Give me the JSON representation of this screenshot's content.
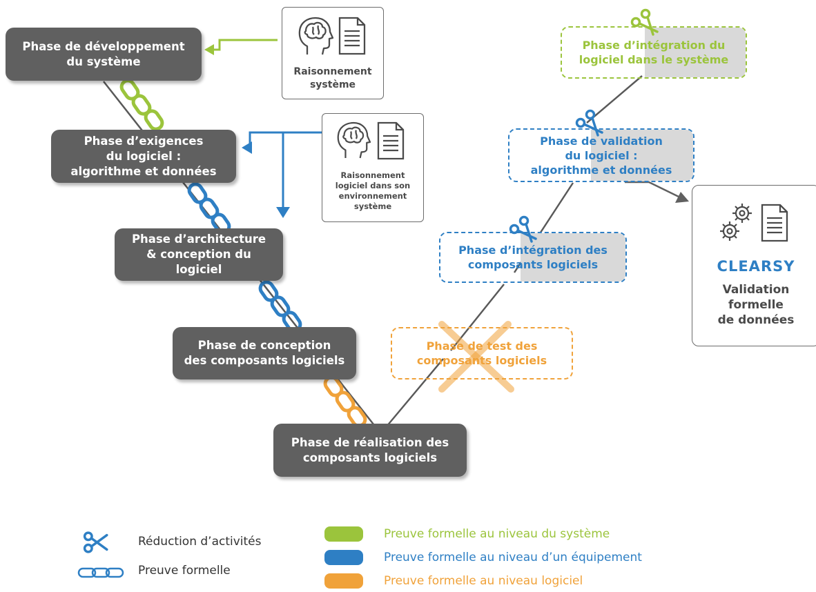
{
  "colors": {
    "phase_bg": "#606060",
    "green": "#9bc43c",
    "blue": "#2e7fc4",
    "orange": "#f0a23a",
    "grey_line": "#595959",
    "shade": "#d9d9d9"
  },
  "left_phases": [
    {
      "label": "Phase de développement\ndu système"
    },
    {
      "label": "Phase d’exigences\ndu logiciel  :\nalgorithme et données"
    },
    {
      "label": "Phase d’architecture\n& conception du logiciel"
    },
    {
      "label": "Phase de conception\ndes composants logiciels"
    },
    {
      "label": "Phase de réalisation des\ncomposants logiciels"
    }
  ],
  "right_phases": [
    {
      "label": "Phase d’intégration du\nlogiciel dans le système",
      "color": "green"
    },
    {
      "label": "Phase de validation\ndu logiciel :\nalgorithme et données",
      "color": "blue"
    },
    {
      "label": "Phase d’intégration des\ncomposants logiciels",
      "color": "blue"
    },
    {
      "label": "Phase de test des\ncomposants logiciels",
      "color": "orange"
    }
  ],
  "reasoning": [
    {
      "label": "Raisonnement\nsystème",
      "icons": [
        "brain-head-icon",
        "document-icon"
      ]
    },
    {
      "label": "Raisonnement\nlogiciel dans son\nenvironnement\nsystème",
      "icons": [
        "brain-head-icon",
        "document-icon"
      ]
    }
  ],
  "clearsy": {
    "brand": "CLEARSY",
    "label": "Validation\nformelle\nde données",
    "icons": [
      "gears-icon",
      "document-icon"
    ]
  },
  "legend": {
    "reduction": {
      "label": "Réduction d’activités",
      "icon": "scissors-icon"
    },
    "proof": {
      "label": "Preuve formelle",
      "icon": "chain-icon"
    },
    "levels": [
      {
        "label": "Preuve formelle au niveau du système",
        "color": "#9bc43c"
      },
      {
        "label": "Preuve formelle au niveau d’un équipement",
        "color": "#2e7fc4"
      },
      {
        "label": "Preuve formelle au niveau logiciel",
        "color": "#f0a23a"
      }
    ]
  }
}
